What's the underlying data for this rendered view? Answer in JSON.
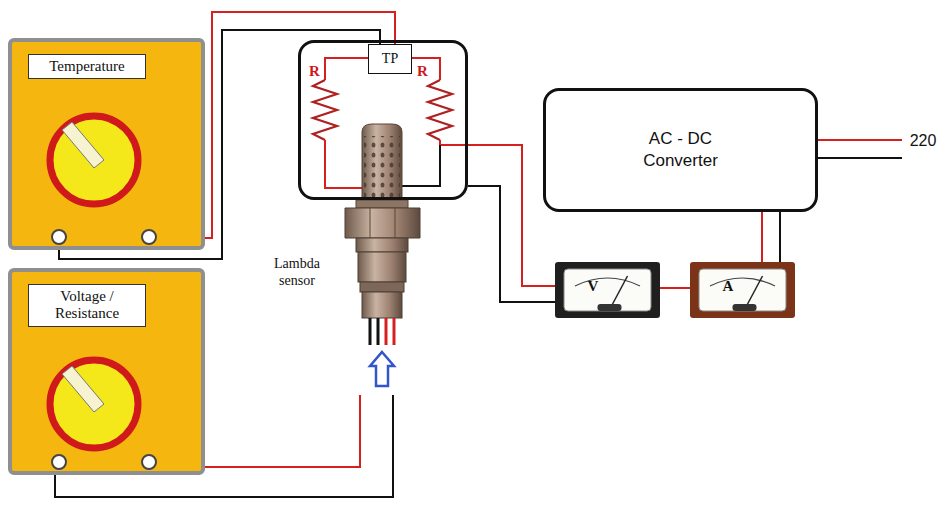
{
  "diagram": {
    "nodes": [
      {
        "text": [
          "Temperature"
        ]
      },
      {
        "text": [
          "Voltage / Resistance"
        ]
      },
      {
        "text": [
          "R",
          "R"
        ]
      },
      {
        "text": [
          "TP"
        ],
        "in": 2
      },
      {
        "text": [
          "AC - DC Converter"
        ]
      },
      {
        "text": [
          "V"
        ]
      },
      {
        "text": [
          "A"
        ]
      }
    ],
    "edges": [
      {
        "from": 0,
        "to": 3,
        "arrow": "none"
      },
      {
        "from": 0,
        "to": 3,
        "arrow": "none"
      },
      {
        "from": 2,
        "to": 5,
        "arrow": "none"
      },
      {
        "from": 2,
        "to": 5,
        "arrow": "none"
      },
      {
        "from": 5,
        "to": 6,
        "arrow": "none"
      },
      {
        "from": 6,
        "to": 4,
        "arrow": "none"
      },
      {
        "from": 6,
        "to": 4,
        "arrow": "none"
      }
    ],
    "labels": [
      "Lambda sensor",
      "220"
    ]
  }
}
